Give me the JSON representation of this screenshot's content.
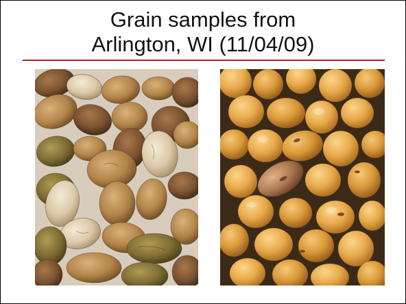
{
  "slide": {
    "title_line1": "Grain samples from",
    "title_line2": "Arlington, WI (11/04/09)"
  },
  "colors": {
    "title_rule": "#b02020",
    "damaged_bg": "#d8cdbd",
    "healthy_bg": "#3c2a18",
    "healthy_bean": "#e8a94a"
  },
  "images": {
    "left": "damaged-soybeans-photo",
    "right": "healthy-soybeans-photo"
  }
}
